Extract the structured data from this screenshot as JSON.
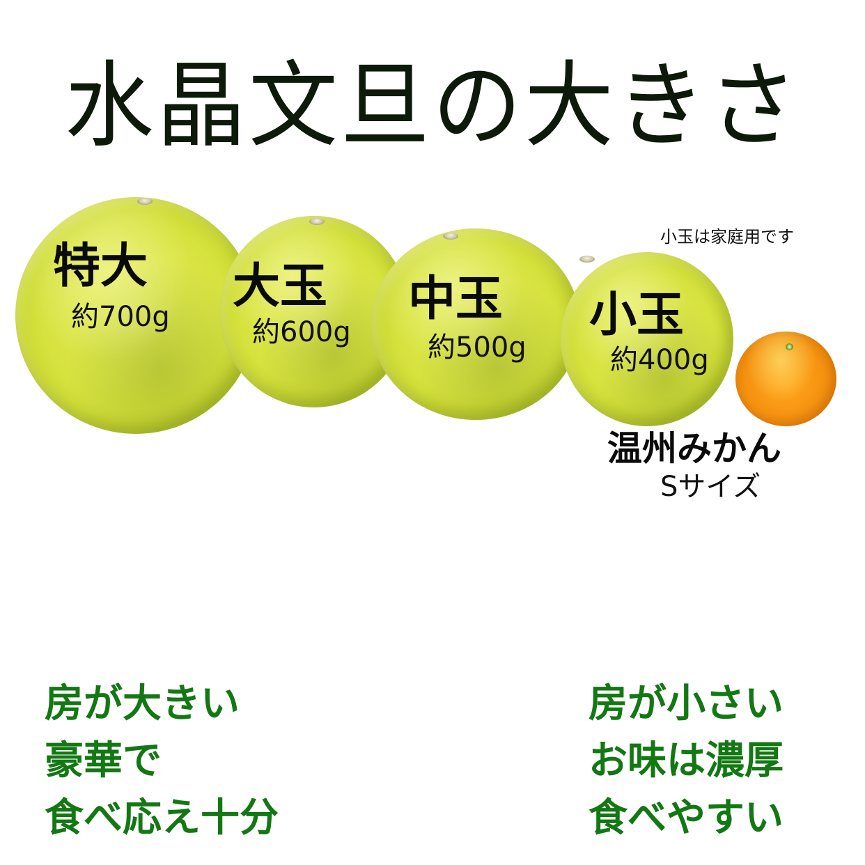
{
  "title": "水晶文旦の大きさ",
  "fruits": [
    {
      "name": "特大",
      "weight": "約700g"
    },
    {
      "name": "大玉",
      "weight": "約600g"
    },
    {
      "name": "中玉",
      "weight": "約500g"
    },
    {
      "name": "小玉",
      "weight": "約400g"
    }
  ],
  "note": "小玉は家庭用です",
  "comparison": {
    "name": "温州みかん",
    "size": "Sサイズ"
  },
  "arrow_icon": "double-headed-arrow",
  "left_description": [
    "房が大きい",
    "豪華で",
    "食べ応え十分"
  ],
  "right_description": [
    "房が小さい",
    "お味は濃厚",
    "食べやすい"
  ],
  "colors": {
    "title": "#0d1a0a",
    "description_green": "#137813",
    "fruit_yellow": "#d6e23e",
    "mikan_orange": "#f59210",
    "arrow": "#000000"
  }
}
